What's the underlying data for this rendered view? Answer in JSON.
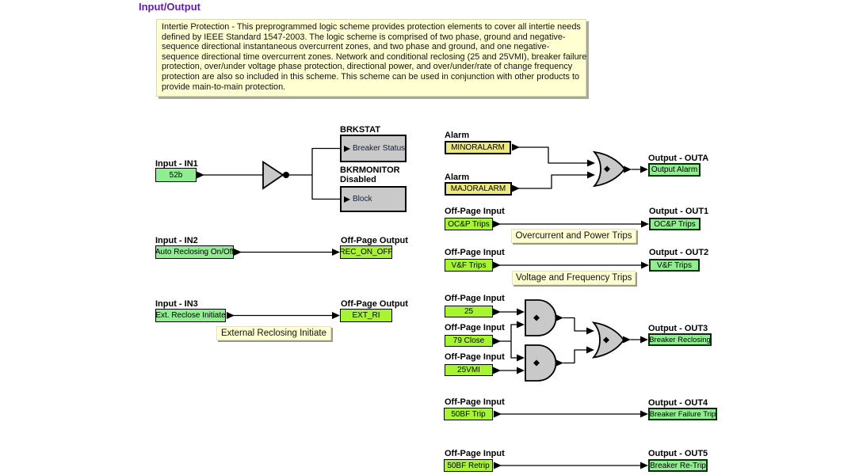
{
  "page": {
    "title": "Input/Output"
  },
  "description": {
    "lines": [
      "Intertie Protection - This preprogrammed logic scheme provides protection elements to cover all intertie needs",
      "defined by IEEE Standard 1547-2003. The logic scheme is comprised of two phase, ground and negative-",
      "sequence directional instantaneous overcurrent zones, and two phase and ground, and one negative-",
      "sequence directional time overcurrent zones. Network and conditional reclosing (25 and 25VMI), breaker failure",
      "protection, over/under voltage phase protection, directional power, and over/under/rate of change frequency",
      "protection are also so included in this scheme. This scheme can be used in conjunction with other products to",
      "provide main-to-main protection."
    ]
  },
  "colors": {
    "title_purple": "#5e1fae",
    "input_green": "#8fee8f",
    "offpage_green": "#a6f52f",
    "alarm_yellow": "#ece97d",
    "logic_gray": "#c9c9c9",
    "note_yellow": "#ffffd2"
  },
  "left": {
    "in1": {
      "label": "Input - IN1",
      "value": "52b"
    },
    "brkstat": {
      "title": "BRKSTAT",
      "box": "Breaker Status"
    },
    "bkrmonitor": {
      "title": "BKRMONITOR",
      "status": "Disabled",
      "box": "Block"
    },
    "in2": {
      "label": "Input - IN2",
      "value": "Auto Reclosing On/Off"
    },
    "rec": {
      "label": "Off-Page Output",
      "value": "REC_ON_OFF"
    },
    "in3": {
      "label": "Input - IN3",
      "value": "Ext. Reclose Initiate"
    },
    "ext": {
      "label": "Off-Page Output",
      "value": "EXT_RI"
    },
    "caption": "External Reclosing Initiate"
  },
  "right": {
    "alarm1": {
      "label": "Alarm",
      "value": "MINORALARM"
    },
    "alarm2": {
      "label": "Alarm",
      "value": "MAJORALARM"
    },
    "outa": {
      "label": "Output - OUTA",
      "value": "Output Alarm"
    },
    "row1": {
      "in_label": "Off-Page Input",
      "in_value": "OC&P Trips",
      "out_label": "Output - OUT1",
      "out_value": "OC&P Trips",
      "caption": "Overcurrent and Power Trips"
    },
    "row2": {
      "in_label": "Off-Page Input",
      "in_value": "V&F Trips",
      "out_label": "Output - OUT2",
      "out_value": "V&F Trips",
      "caption": "Voltage and Frequency Trips"
    },
    "reclose": {
      "in25": {
        "label": "Off-Page Input",
        "value": "25"
      },
      "in79": {
        "label": "Off-Page Input",
        "value": "79 Close"
      },
      "in25vmi": {
        "label": "Off-Page Input",
        "value": "25VMI"
      },
      "out3": {
        "label": "Output - OUT3",
        "value": "Breaker Reclosing"
      }
    },
    "row4": {
      "in_label": "Off-Page Input",
      "in_value": "50BF Trip",
      "out_label": "Output - OUT4",
      "out_value": "Breaker Failure Trip"
    },
    "row5": {
      "in_label": "Off-Page Input",
      "in_value": "50BF Retrip",
      "out_label": "Output - OUT5",
      "out_value": "Breaker Re-Trip"
    }
  }
}
